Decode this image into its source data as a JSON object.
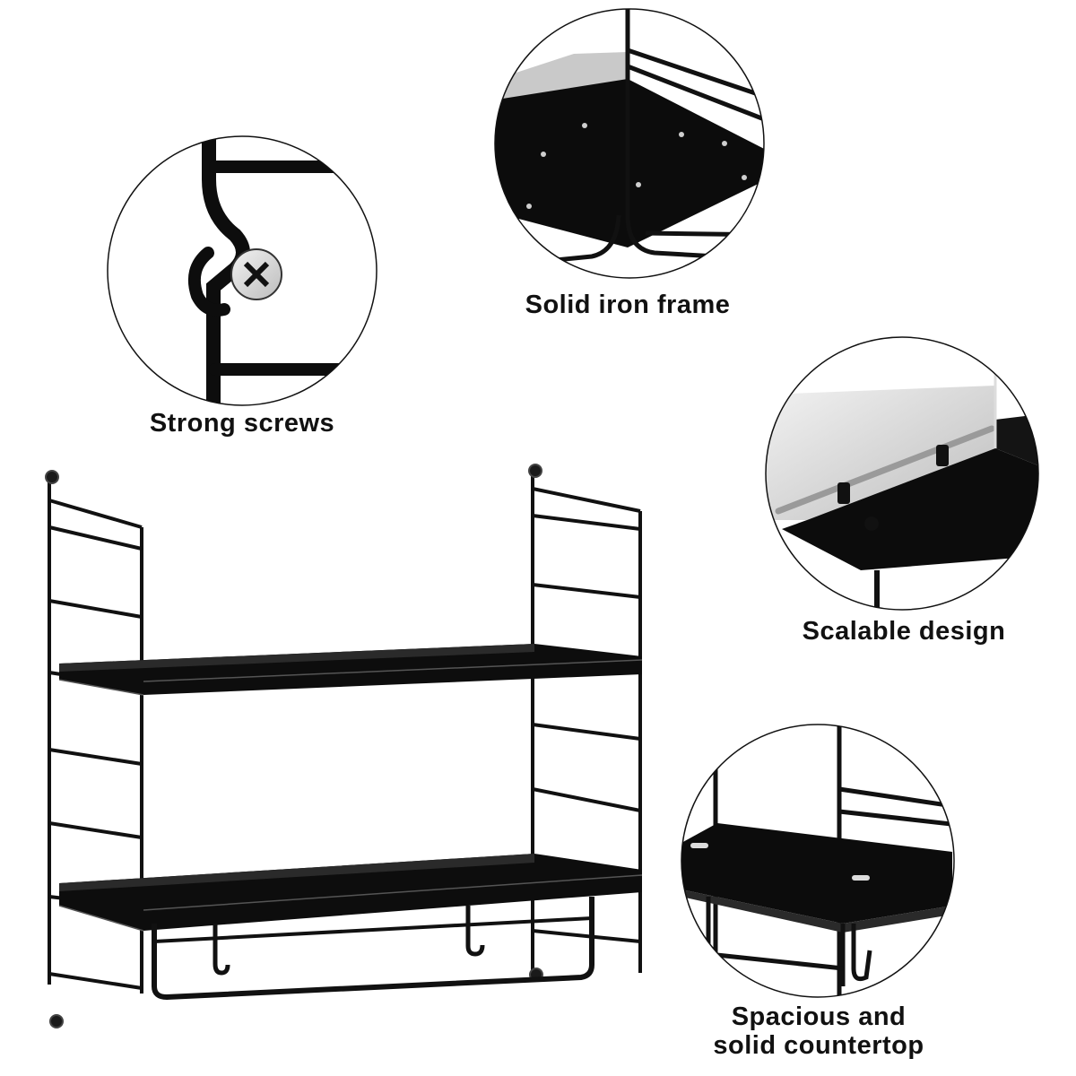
{
  "details": {
    "screws": {
      "label": "Strong screws"
    },
    "frame": {
      "label": "Solid iron frame"
    },
    "design": {
      "label": "Scalable design"
    },
    "counter": {
      "line1": "Spacious and",
      "line2": "solid countertop"
    }
  },
  "colors": {
    "metal": "#111111",
    "background": "#ffffff",
    "highlight": "#cfcfcf"
  }
}
